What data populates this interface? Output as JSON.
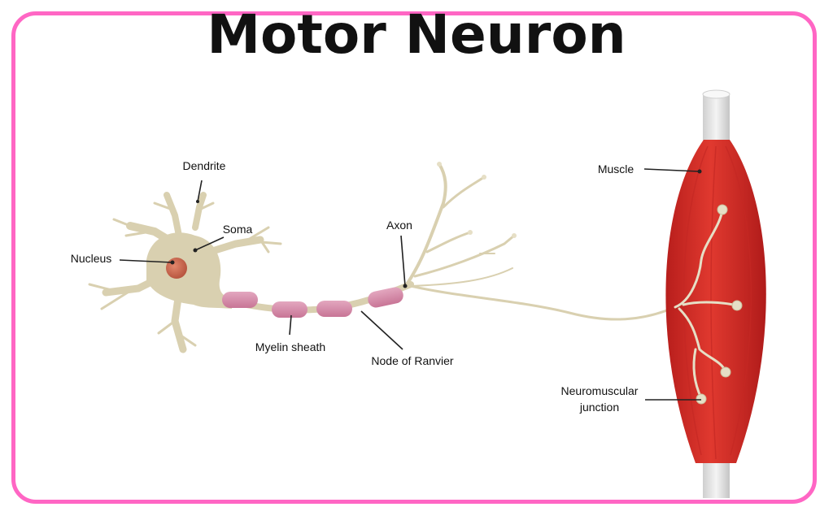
{
  "title": "Motor Neuron",
  "labels": {
    "dendrite": "Dendrite",
    "soma": "Soma",
    "nucleus": "Nucleus",
    "axon": "Axon",
    "myelin": "Myelin sheath",
    "node": "Node of Ranvier",
    "muscle": "Muscle",
    "nmj_1": "Neuromuscular",
    "nmj_2": "junction"
  },
  "colors": {
    "border": "#ff66c4",
    "neuron": "#d9d0b0",
    "myelin": "#d68aa8",
    "nucleus": "#cd6a52",
    "muscle": "#d8302a",
    "tendon": "#e6e6e6"
  }
}
